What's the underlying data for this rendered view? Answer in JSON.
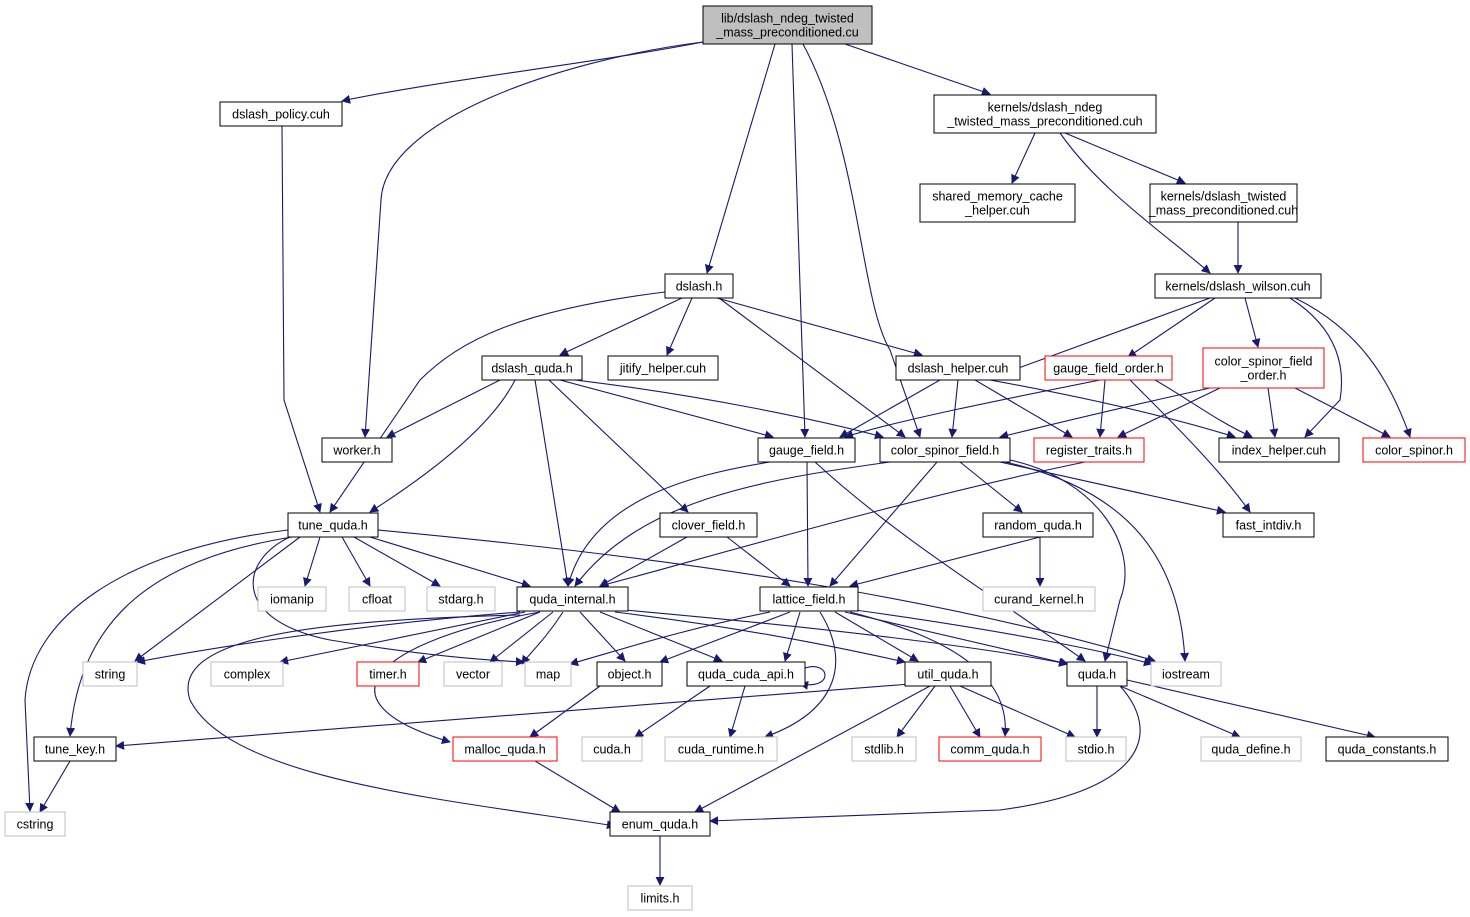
{
  "colors": {
    "edge": "#191970",
    "root_fill": "#bfbfbf",
    "normal_border": "#000000",
    "truncated_border": "#ff0000",
    "system_border": "#bfbfbf"
  },
  "nodes": [
    {
      "id": "root",
      "lines": [
        "lib/dslash_ndeg_twisted",
        "_mass_preconditioned.cu"
      ],
      "kind": "root"
    },
    {
      "id": "dslash_policy",
      "lines": [
        "dslash_policy.cuh"
      ],
      "kind": "normal"
    },
    {
      "id": "kernels_ndeg",
      "lines": [
        "kernels/dslash_ndeg",
        "_twisted_mass_preconditioned.cuh"
      ],
      "kind": "normal"
    },
    {
      "id": "shared_memory",
      "lines": [
        "shared_memory_cache",
        "_helper.cuh"
      ],
      "kind": "normal"
    },
    {
      "id": "kernels_twisted",
      "lines": [
        "kernels/dslash_twisted",
        "_mass_preconditioned.cuh"
      ],
      "kind": "normal"
    },
    {
      "id": "dslash_h",
      "lines": [
        "dslash.h"
      ],
      "kind": "normal"
    },
    {
      "id": "kernels_wilson",
      "lines": [
        "kernels/dslash_wilson.cuh"
      ],
      "kind": "normal"
    },
    {
      "id": "dslash_quda",
      "lines": [
        "dslash_quda.h"
      ],
      "kind": "normal"
    },
    {
      "id": "jitify",
      "lines": [
        "jitify_helper.cuh"
      ],
      "kind": "normal"
    },
    {
      "id": "dslash_helper",
      "lines": [
        "dslash_helper.cuh"
      ],
      "kind": "normal"
    },
    {
      "id": "gauge_field_order",
      "lines": [
        "gauge_field_order.h"
      ],
      "kind": "truncated"
    },
    {
      "id": "color_spinor_order",
      "lines": [
        "color_spinor_field",
        "_order.h"
      ],
      "kind": "truncated"
    },
    {
      "id": "worker",
      "lines": [
        "worker.h"
      ],
      "kind": "normal"
    },
    {
      "id": "gauge_field",
      "lines": [
        "gauge_field.h"
      ],
      "kind": "normal"
    },
    {
      "id": "color_spinor_field",
      "lines": [
        "color_spinor_field.h"
      ],
      "kind": "normal"
    },
    {
      "id": "register_traits",
      "lines": [
        "register_traits.h"
      ],
      "kind": "truncated"
    },
    {
      "id": "index_helper",
      "lines": [
        "index_helper.cuh"
      ],
      "kind": "normal"
    },
    {
      "id": "color_spinor",
      "lines": [
        "color_spinor.h"
      ],
      "kind": "truncated"
    },
    {
      "id": "tune_quda",
      "lines": [
        "tune_quda.h"
      ],
      "kind": "normal"
    },
    {
      "id": "clover_field",
      "lines": [
        "clover_field.h"
      ],
      "kind": "normal"
    },
    {
      "id": "random_quda",
      "lines": [
        "random_quda.h"
      ],
      "kind": "normal"
    },
    {
      "id": "fast_intdiv",
      "lines": [
        "fast_intdiv.h"
      ],
      "kind": "normal"
    },
    {
      "id": "iomanip",
      "lines": [
        "iomanip"
      ],
      "kind": "system"
    },
    {
      "id": "cfloat",
      "lines": [
        "cfloat"
      ],
      "kind": "system"
    },
    {
      "id": "stdarg",
      "lines": [
        "stdarg.h"
      ],
      "kind": "system"
    },
    {
      "id": "quda_internal",
      "lines": [
        "quda_internal.h"
      ],
      "kind": "normal"
    },
    {
      "id": "lattice_field",
      "lines": [
        "lattice_field.h"
      ],
      "kind": "normal"
    },
    {
      "id": "curand_kernel",
      "lines": [
        "curand_kernel.h"
      ],
      "kind": "system"
    },
    {
      "id": "string",
      "lines": [
        "string"
      ],
      "kind": "system"
    },
    {
      "id": "complex",
      "lines": [
        "complex"
      ],
      "kind": "system"
    },
    {
      "id": "timer",
      "lines": [
        "timer.h"
      ],
      "kind": "truncated"
    },
    {
      "id": "vector",
      "lines": [
        "vector"
      ],
      "kind": "system"
    },
    {
      "id": "map",
      "lines": [
        "map"
      ],
      "kind": "system"
    },
    {
      "id": "object",
      "lines": [
        "object.h"
      ],
      "kind": "normal"
    },
    {
      "id": "quda_cuda_api",
      "lines": [
        "quda_cuda_api.h"
      ],
      "kind": "normal"
    },
    {
      "id": "util_quda",
      "lines": [
        "util_quda.h"
      ],
      "kind": "normal"
    },
    {
      "id": "quda_h",
      "lines": [
        "quda.h"
      ],
      "kind": "normal"
    },
    {
      "id": "iostream",
      "lines": [
        "iostream"
      ],
      "kind": "system"
    },
    {
      "id": "tune_key",
      "lines": [
        "tune_key.h"
      ],
      "kind": "normal"
    },
    {
      "id": "malloc_quda",
      "lines": [
        "malloc_quda.h"
      ],
      "kind": "truncated"
    },
    {
      "id": "cuda_h",
      "lines": [
        "cuda.h"
      ],
      "kind": "system"
    },
    {
      "id": "cuda_runtime",
      "lines": [
        "cuda_runtime.h"
      ],
      "kind": "system"
    },
    {
      "id": "stdlib",
      "lines": [
        "stdlib.h"
      ],
      "kind": "system"
    },
    {
      "id": "comm_quda",
      "lines": [
        "comm_quda.h"
      ],
      "kind": "truncated"
    },
    {
      "id": "stdio",
      "lines": [
        "stdio.h"
      ],
      "kind": "system"
    },
    {
      "id": "quda_define",
      "lines": [
        "quda_define.h"
      ],
      "kind": "system"
    },
    {
      "id": "quda_constants",
      "lines": [
        "quda_constants.h"
      ],
      "kind": "normal"
    },
    {
      "id": "cstring",
      "lines": [
        "cstring"
      ],
      "kind": "system"
    },
    {
      "id": "enum_quda",
      "lines": [
        "enum_quda.h"
      ],
      "kind": "normal"
    },
    {
      "id": "limits",
      "lines": [
        "limits.h"
      ],
      "kind": "system"
    }
  ]
}
